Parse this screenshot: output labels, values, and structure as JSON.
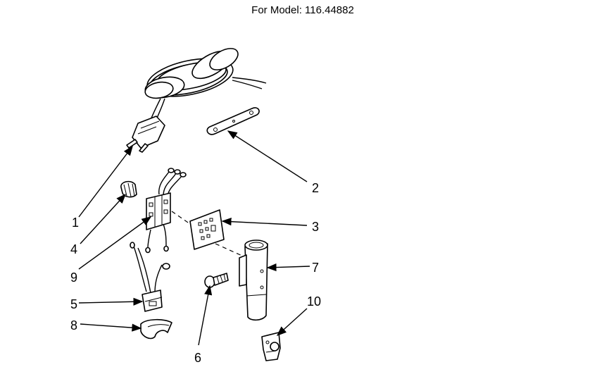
{
  "header": {
    "model_line": "For Model: 116.44882"
  },
  "diagram": {
    "callouts": [
      {
        "id": "1",
        "label": "1"
      },
      {
        "id": "2",
        "label": "2"
      },
      {
        "id": "3",
        "label": "3"
      },
      {
        "id": "4",
        "label": "4"
      },
      {
        "id": "5",
        "label": "5"
      },
      {
        "id": "6",
        "label": "6"
      },
      {
        "id": "7",
        "label": "7"
      },
      {
        "id": "8",
        "label": "8"
      },
      {
        "id": "9",
        "label": "9"
      },
      {
        "id": "10",
        "label": "10"
      }
    ]
  }
}
